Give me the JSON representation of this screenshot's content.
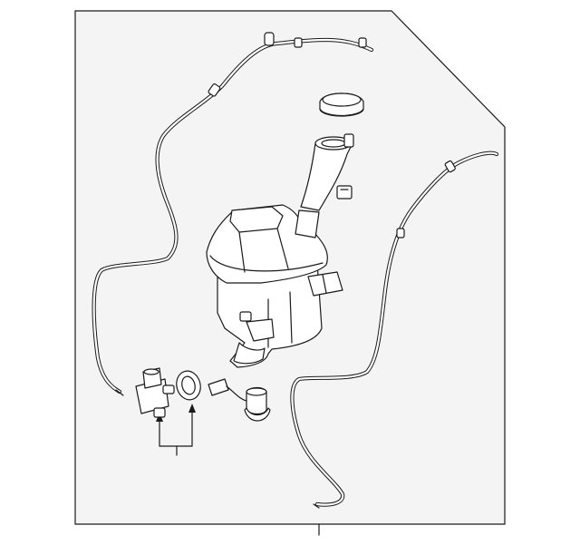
{
  "diagram": {
    "background": "#ffffff",
    "panel_fill": "#f4f4f4",
    "line_color": "#1a1a1a",
    "parts": [
      {
        "id": "washer-reservoir"
      },
      {
        "id": "filler-neck"
      },
      {
        "id": "reservoir-cap"
      },
      {
        "id": "washer-pump"
      },
      {
        "id": "pump-grommet"
      },
      {
        "id": "level-sensor"
      },
      {
        "id": "front-hose"
      },
      {
        "id": "rear-hose"
      },
      {
        "id": "lower-hose"
      }
    ]
  }
}
